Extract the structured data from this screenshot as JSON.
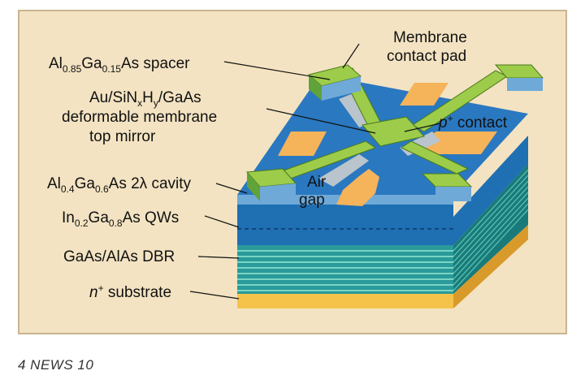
{
  "colors": {
    "background": "#f3e3c2",
    "frame": "#c8b48f",
    "membrane_green": "#9ccc4a",
    "blue_layer": "#1f6fb3",
    "light_blue": "#6ea9d8",
    "orange_pad": "#f5b35a",
    "substrate_yellow": "#f6c34a",
    "dbr_teal": "#2a9a9a",
    "gray_contact": "#b9c4cc"
  },
  "labels": {
    "spacer": {
      "base": "Al",
      "sub1": "0.85",
      "mid": "Ga",
      "sub2": "0.15",
      "tail": "As spacer"
    },
    "membrane": {
      "line1_a": "Au/SiN",
      "line1_sub1": "x",
      "line1_b": "H",
      "line1_sub2": "y",
      "line1_c": "/GaAs",
      "line2": "deformable membrane",
      "line3": "top mirror"
    },
    "cavity": {
      "base": "Al",
      "sub1": "0.4",
      "mid": "Ga",
      "sub2": "0.6",
      "tail": "As 2λ cavity"
    },
    "qws": {
      "base": "In",
      "sub1": "0.2",
      "mid": "Ga",
      "sub2": "0.8",
      "tail": "As QWs"
    },
    "dbr": "GaAs/AlAs DBR",
    "substrate": {
      "italic": "n",
      "sup": "+",
      "tail": " substrate"
    },
    "contact_pad": {
      "line1": "Membrane",
      "line2": "contact pad"
    },
    "p_contact": {
      "italic": "p",
      "sup": "+",
      "tail": " contact"
    },
    "air_gap": {
      "line1": "Air",
      "line2": "gap"
    }
  },
  "caption": "4 NEWS 10"
}
